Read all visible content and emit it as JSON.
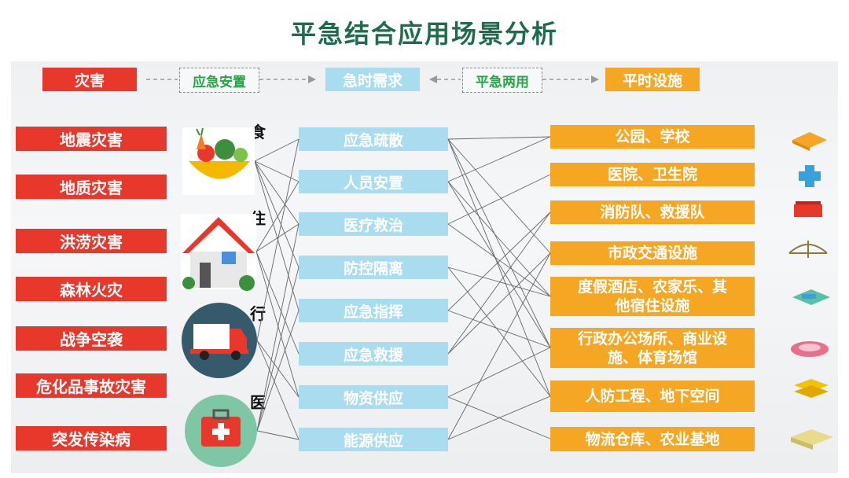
{
  "title": "平急结合应用场景分析",
  "header": {
    "disaster": "灾害",
    "emergency_placement": "应急安置",
    "urgent_needs": "急时需求",
    "dual_use": "平急两用",
    "normal_facilities": "平时设施"
  },
  "disasters": [
    "地震灾害",
    "地质灾害",
    "洪涝灾害",
    "森林火灾",
    "战争空袭",
    "危化品事故灾害",
    "突发传染病"
  ],
  "categories": [
    {
      "label": "食",
      "icon": "food-bowl-icon"
    },
    {
      "label": "住",
      "icon": "house-icon"
    },
    {
      "label": "行",
      "icon": "truck-icon"
    },
    {
      "label": "医",
      "icon": "medical-kit-icon"
    }
  ],
  "needs": [
    "应急疏散",
    "人员安置",
    "医疗救治",
    "防控隔离",
    "应急指挥",
    "应急救援",
    "物资供应",
    "能源供应"
  ],
  "facilities": [
    {
      "line1": "公园、学校",
      "line2": ""
    },
    {
      "line1": "医院、卫生院",
      "line2": ""
    },
    {
      "line1": "消防队、救援队",
      "line2": ""
    },
    {
      "line1": "市政交通设施",
      "line2": ""
    },
    {
      "line1": "度假酒店、农家乐、其",
      "line2": "他宿住设施"
    },
    {
      "line1": "行政办公场所、商业设",
      "line2": "施、体育场馆"
    },
    {
      "line1": "人防工程、地下空间",
      "line2": ""
    },
    {
      "line1": "物流仓库、农业基地",
      "line2": ""
    }
  ],
  "facility_icons": [
    "school-building-icon",
    "hospital-cross-icon",
    "fire-station-icon",
    "bridge-icon",
    "resort-pool-icon",
    "stadium-icon",
    "underground-icon",
    "warehouse-icon"
  ],
  "colors": {
    "title": "#1f6b4e",
    "disaster_red": "#e8372b",
    "need_blue": "#a9dcef",
    "facility_orange": "#f5a623",
    "dual_use_green": "#2aa24a"
  },
  "links_category_to_need": [
    [
      0,
      0
    ],
    [
      0,
      1
    ],
    [
      0,
      2
    ],
    [
      0,
      3
    ],
    [
      0,
      4
    ],
    [
      1,
      1
    ],
    [
      1,
      2
    ],
    [
      1,
      5
    ],
    [
      1,
      6
    ],
    [
      2,
      0
    ],
    [
      2,
      6
    ],
    [
      2,
      7
    ],
    [
      3,
      2
    ],
    [
      3,
      3
    ],
    [
      3,
      4
    ],
    [
      3,
      7
    ]
  ],
  "links_need_to_facility": [
    [
      0,
      0
    ],
    [
      0,
      3
    ],
    [
      0,
      5
    ],
    [
      0,
      6
    ],
    [
      1,
      0
    ],
    [
      1,
      4
    ],
    [
      1,
      5
    ],
    [
      2,
      1
    ],
    [
      2,
      4
    ],
    [
      3,
      4
    ],
    [
      3,
      6
    ],
    [
      4,
      2
    ],
    [
      4,
      5
    ],
    [
      5,
      2
    ],
    [
      5,
      3
    ],
    [
      6,
      7
    ],
    [
      6,
      5
    ],
    [
      7,
      3
    ],
    [
      7,
      6
    ]
  ]
}
